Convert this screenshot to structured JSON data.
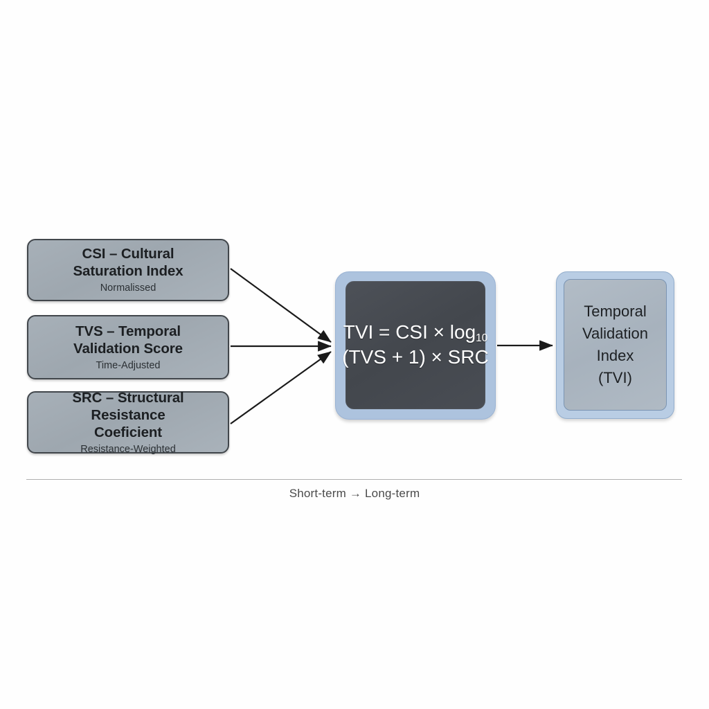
{
  "diagram": {
    "background_color": "#fefefe",
    "inputs": [
      {
        "id": "csi",
        "title": "CSI – Cultural\nSaturation Index",
        "subtitle": "Normalissed",
        "fill_color": "#a3acb4",
        "border_color": "#41464b"
      },
      {
        "id": "tvs",
        "title": "TVS – Temporal\nValidation Score",
        "subtitle": "Time-Adjusted",
        "fill_color": "#a3acb4",
        "border_color": "#41464b"
      },
      {
        "id": "src",
        "title": "SRC – Structural Resistance\nCoeficient",
        "subtitle": "Resistance-Weighted",
        "fill_color": "#a3acb4",
        "border_color": "#41464b"
      }
    ],
    "formula": {
      "line1_prefix": "TVI = CSI × log",
      "line1_subscript": "10",
      "line2": "(TVS + 1) × SRC",
      "text_color": "#ffffff",
      "fill_color": "#4a4e55",
      "border_color": "#adc3de"
    },
    "output": {
      "label": "Temporal\nValidation\nIndex\n(TVI)",
      "fill_color": "#adb8c4",
      "border_color": "#b9cde4",
      "text_color": "#1d2023"
    },
    "footer": {
      "caption": "Short-term → Long-term",
      "divider_color": "#b0b0b0",
      "text_color": "#4a4a4a"
    },
    "connectors": {
      "arrow_color": "#1a1a1a",
      "edges": [
        {
          "from": "csi",
          "to": "formula"
        },
        {
          "from": "tvs",
          "to": "formula"
        },
        {
          "from": "src",
          "to": "formula"
        },
        {
          "from": "formula",
          "to": "output"
        }
      ]
    }
  }
}
